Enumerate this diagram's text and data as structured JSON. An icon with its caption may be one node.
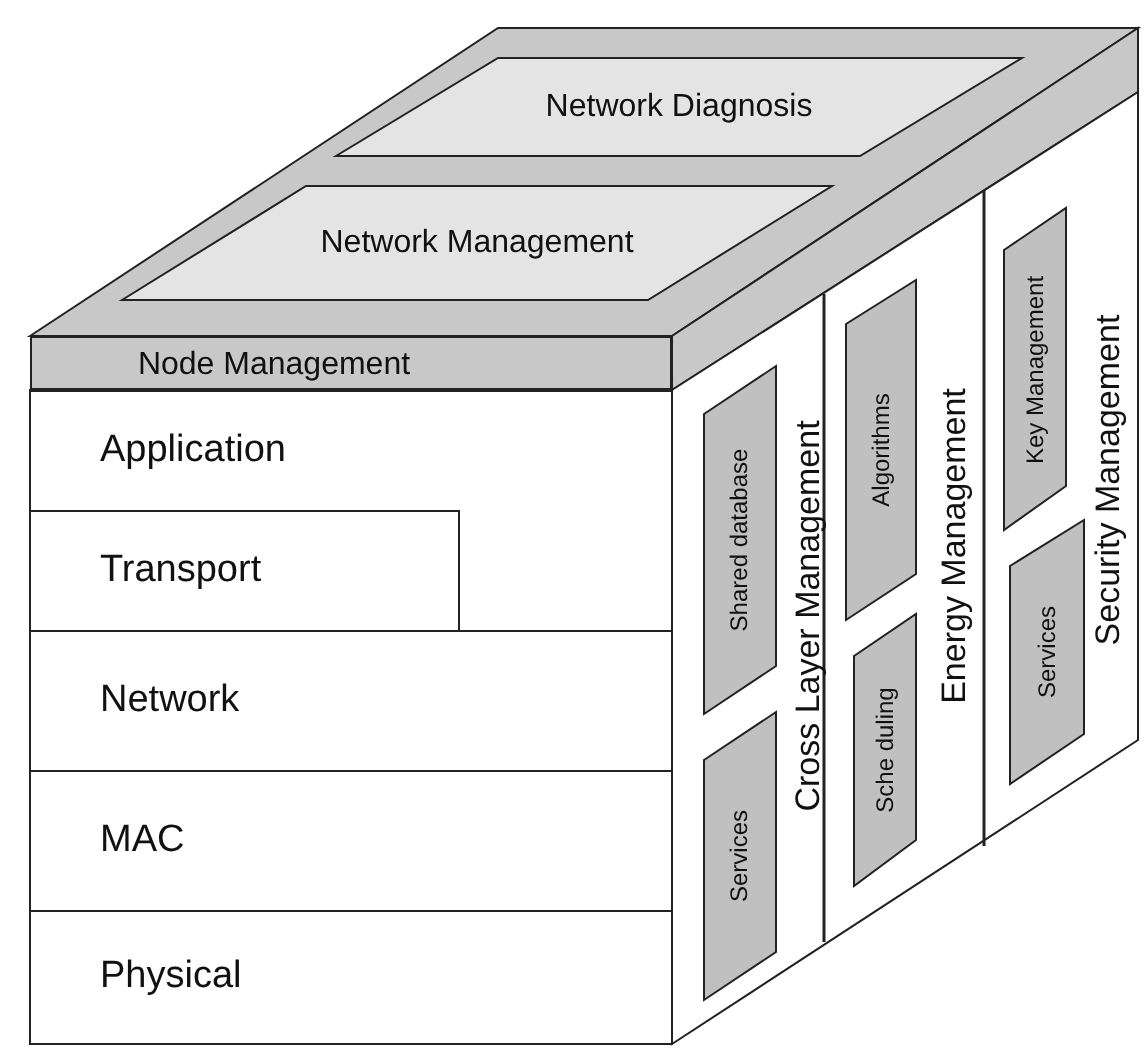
{
  "diagram": {
    "nodes": [
      {
        "text": [
          "Network Diagnosis"
        ]
      },
      {
        "text": [
          "Network Management"
        ]
      },
      {
        "text": [
          "Node Management"
        ]
      },
      {
        "text": [
          "Application"
        ]
      },
      {
        "text": [
          "Transport"
        ]
      },
      {
        "text": [
          "Network"
        ]
      },
      {
        "text": [
          "MAC"
        ]
      },
      {
        "text": [
          "Physical"
        ]
      },
      {
        "text": [
          "Cross Layer Management"
        ]
      },
      {
        "text": [
          "Shared database"
        ],
        "in": 8
      },
      {
        "text": [
          "Services"
        ],
        "in": 8
      },
      {
        "text": [
          "Energy Management"
        ]
      },
      {
        "text": [
          "Algorithms"
        ],
        "in": 11
      },
      {
        "text": [
          "Sche duling"
        ],
        "in": 11
      },
      {
        "text": [
          "Security Management"
        ]
      },
      {
        "text": [
          "Key Management"
        ],
        "in": 14
      },
      {
        "text": [
          "Services"
        ],
        "in": 14
      }
    ]
  }
}
